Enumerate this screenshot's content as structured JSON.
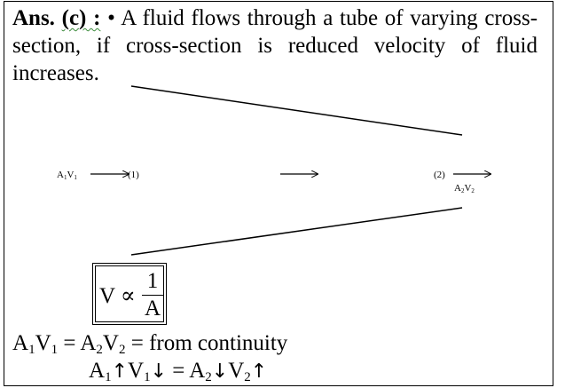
{
  "answer": {
    "label": "Ans. (c) :",
    "bullet": "•",
    "text": "A fluid flows through a tube of varying cross-section, if cross-section is reduced velocity of fluid increases."
  },
  "diagram": {
    "left_label": {
      "a": "A",
      "a_sub": "1",
      "v": "V",
      "v_sub": "1",
      "marker": "(1)"
    },
    "right_label": {
      "marker": "(2)",
      "a": "A",
      "a_sub": "2",
      "v": "V",
      "v_sub": "2"
    }
  },
  "formula": {
    "lhs": "V ∝",
    "numerator": "1",
    "denominator": "A"
  },
  "equations": {
    "line1": {
      "a1": "A",
      "a1_sub": "1",
      "v1": "V",
      "v1_sub": "1",
      "eq": " = ",
      "a2": "A",
      "a2_sub": "2",
      "v2": "V",
      "v2_sub": "2",
      "tail": " = from continuity"
    },
    "line2": {
      "a1": "A",
      "a1_sub": "1",
      "a1_arrow": "↑",
      "v1": "V",
      "v1_sub": "1",
      "v1_arrow": "↓",
      "eq": " = ",
      "a2": "A",
      "a2_sub": "2",
      "a2_arrow": "↓",
      "v2": "V",
      "v2_sub": "2",
      "v2_arrow": "↑"
    }
  }
}
